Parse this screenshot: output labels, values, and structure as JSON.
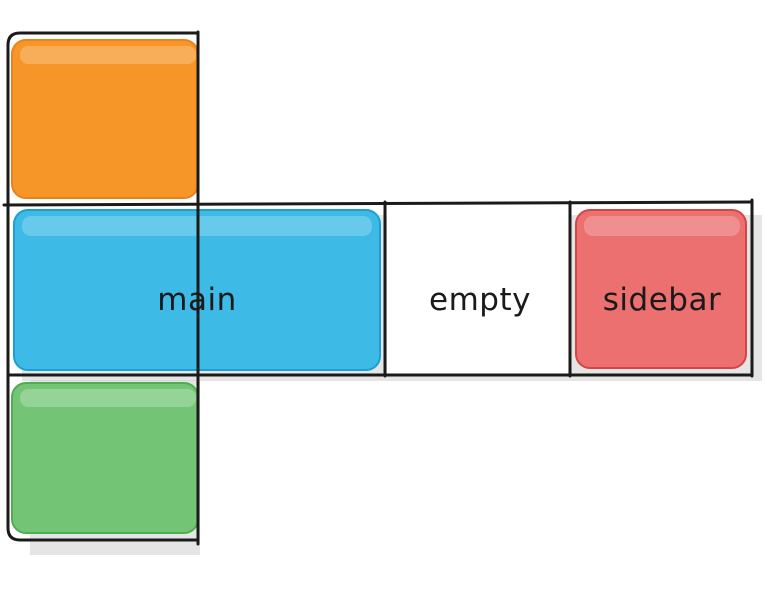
{
  "areas": {
    "main": {
      "label": "main",
      "color": "#3dbbe6",
      "border": "#1b9fd6"
    },
    "empty": {
      "label": "empty"
    },
    "sidebar": {
      "label": "sidebar",
      "color": "#ec7070",
      "border": "#d64546"
    },
    "header": {
      "color": "#f69629",
      "border": "#e9821b"
    },
    "footer": {
      "color": "#73c474",
      "border": "#4fae4f"
    }
  },
  "colors": {
    "grid_line": "#1a1a1a",
    "shadow": "#cfcfcf"
  }
}
